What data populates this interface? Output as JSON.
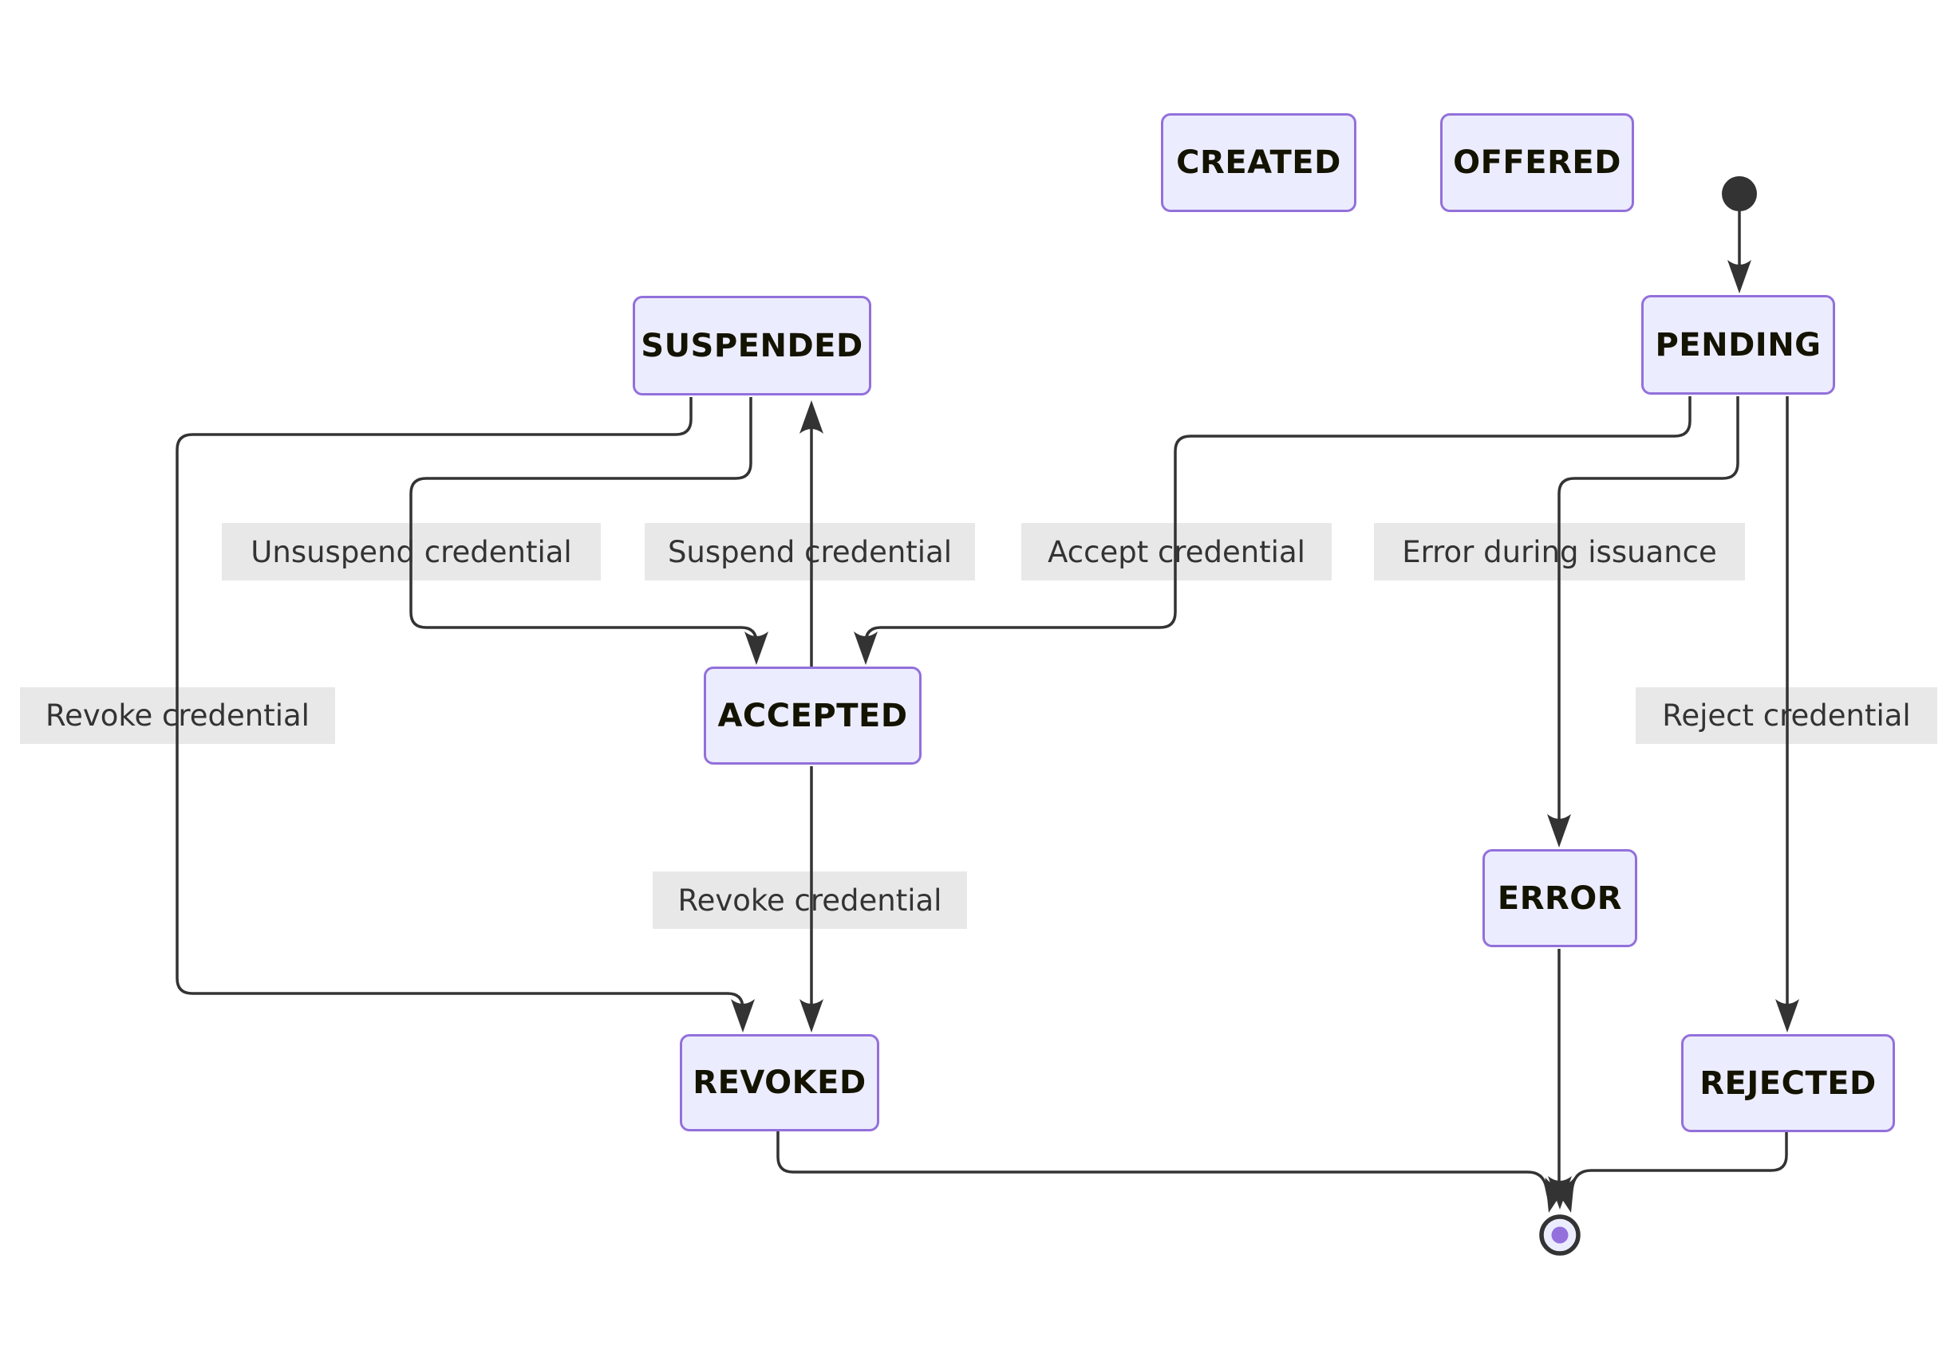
{
  "diagram": {
    "type": "state-diagram",
    "states": {
      "created": {
        "label": "CREATED"
      },
      "offered": {
        "label": "OFFERED"
      },
      "pending": {
        "label": "PENDING"
      },
      "suspended": {
        "label": "SUSPENDED"
      },
      "accepted": {
        "label": "ACCEPTED"
      },
      "error": {
        "label": "ERROR"
      },
      "revoked": {
        "label": "REVOKED"
      },
      "rejected": {
        "label": "REJECTED"
      }
    },
    "edge_labels": {
      "unsuspend": {
        "text": "Unsuspend credential"
      },
      "suspend": {
        "text": "Suspend credential"
      },
      "accept": {
        "text": "Accept credential"
      },
      "error_during_issuance": {
        "text": "Error during issuance"
      },
      "revoke_from_suspended": {
        "text": "Revoke credential"
      },
      "reject": {
        "text": "Reject credential"
      },
      "revoke_from_accepted": {
        "text": "Revoke credential"
      }
    },
    "transitions": [
      {
        "from": "[*]",
        "to": "PENDING",
        "label": ""
      },
      {
        "from": "PENDING",
        "to": "ACCEPTED",
        "label": "Accept credential"
      },
      {
        "from": "PENDING",
        "to": "ERROR",
        "label": "Error during issuance"
      },
      {
        "from": "PENDING",
        "to": "REJECTED",
        "label": "Reject credential"
      },
      {
        "from": "SUSPENDED",
        "to": "ACCEPTED",
        "label": "Unsuspend credential"
      },
      {
        "from": "ACCEPTED",
        "to": "SUSPENDED",
        "label": "Suspend credential"
      },
      {
        "from": "ACCEPTED",
        "to": "REVOKED",
        "label": "Revoke credential"
      },
      {
        "from": "SUSPENDED",
        "to": "REVOKED",
        "label": "Revoke credential"
      },
      {
        "from": "ERROR",
        "to": "[*]",
        "label": ""
      },
      {
        "from": "REVOKED",
        "to": "[*]",
        "label": ""
      },
      {
        "from": "REJECTED",
        "to": "[*]",
        "label": ""
      }
    ],
    "colors": {
      "node_fill": "#ECECFF",
      "node_border": "#9370DB",
      "node_text": "#131300",
      "edge": "#333333",
      "edge_label_bg": "#e8e8e8",
      "edge_label_text": "#333333",
      "start_marker": "#333333",
      "end_marker_ring": "#333333",
      "end_marker_fill": "#ECECFF",
      "end_marker_dot": "#9370DB",
      "background": "#ffffff"
    }
  }
}
